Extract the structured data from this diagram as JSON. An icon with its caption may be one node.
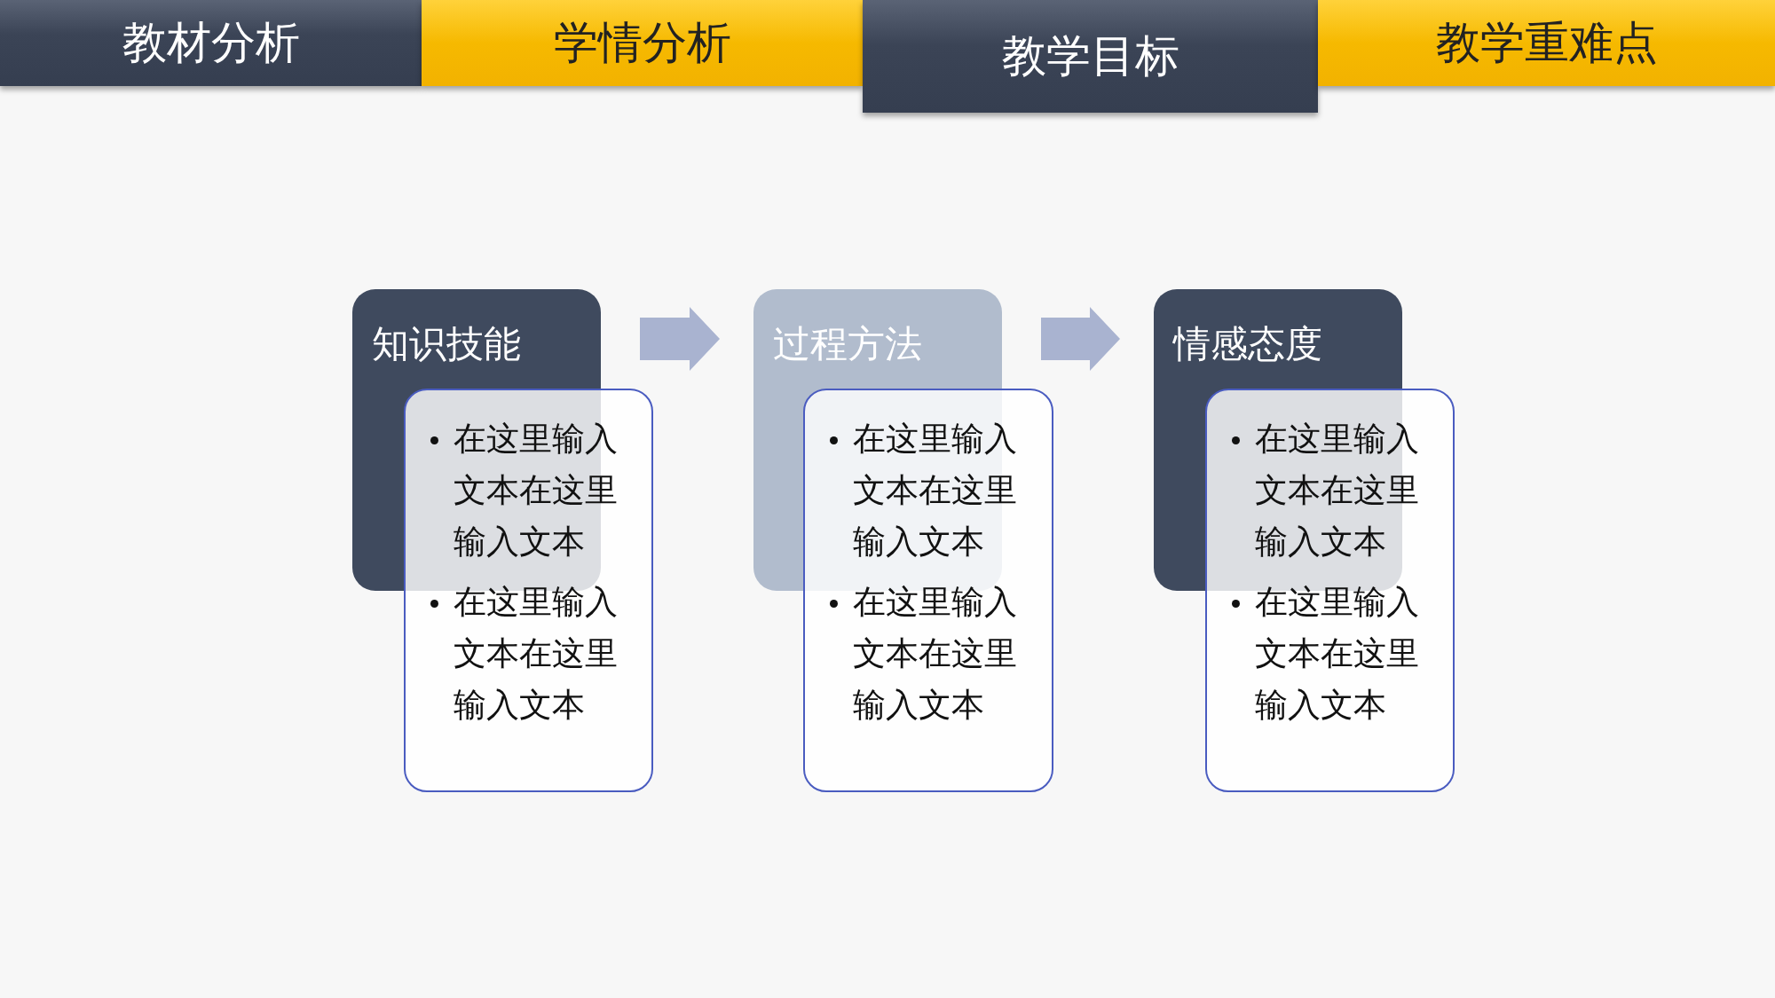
{
  "diagram": {
    "nodes": [
      {
        "text": [
          "教材分析"
        ]
      },
      {
        "text": [
          "学情分析"
        ]
      },
      {
        "text": [
          "教学目标"
        ]
      },
      {
        "text": [
          "教学重难点"
        ]
      },
      {
        "text": [
          "知识技能"
        ]
      },
      {
        "text": [
          "在这里输入文本在这里输入文本",
          "在这里输入文本在这里输入文本"
        ]
      },
      {
        "text": [
          "过程方法"
        ]
      },
      {
        "text": [
          "在这里输入文本在这里输入文本",
          "在这里输入文本在这里输入文本"
        ]
      },
      {
        "text": [
          "情感态度"
        ]
      },
      {
        "text": [
          "在这里输入文本在这里输入文本",
          "在这里输入文本在这里输入文本"
        ]
      }
    ],
    "edges": [
      {
        "from": 4,
        "to": 6,
        "arrow": "to"
      },
      {
        "from": 6,
        "to": 8,
        "arrow": "to"
      }
    ]
  }
}
